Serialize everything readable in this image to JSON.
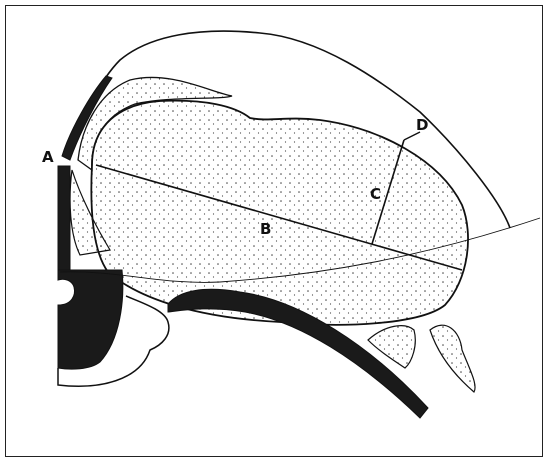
{
  "diagram": {
    "labels": {
      "a": "A",
      "b": "B",
      "c": "C",
      "d": "D"
    },
    "colors": {
      "ink": "#111111",
      "dark_fill": "#1a1a1a",
      "stipple": "#444444"
    }
  }
}
